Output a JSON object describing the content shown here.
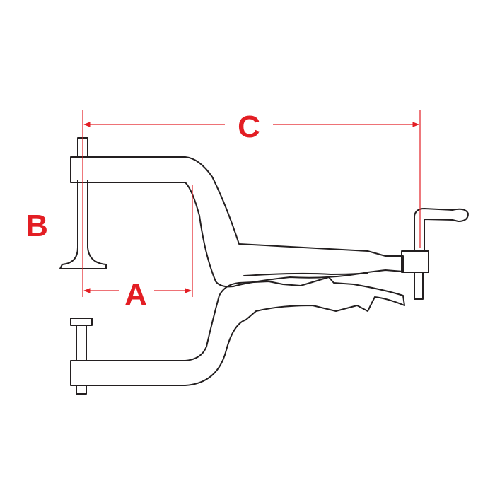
{
  "labels": {
    "a": "A",
    "b": "B",
    "c": "C"
  },
  "colors": {
    "dimension": "#e31e24",
    "outline": "#231f20",
    "background": "#ffffff"
  }
}
